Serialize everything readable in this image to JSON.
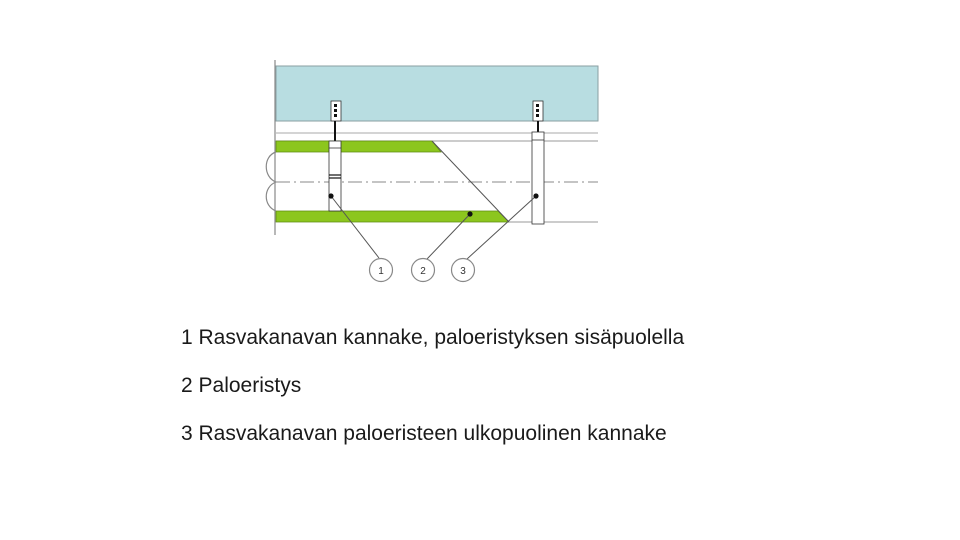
{
  "diagram": {
    "colors": {
      "ceiling_fill": "#b8dde1",
      "insulation_fill": "#8cc61e",
      "line": "#888888",
      "ink": "#111111"
    },
    "callouts": [
      {
        "number": "1"
      },
      {
        "number": "2"
      },
      {
        "number": "3"
      }
    ]
  },
  "legend": [
    {
      "text": "1 Rasvakanavan kannake, paloeristyksen sisäpuolella"
    },
    {
      "text": "2 Paloeristys"
    },
    {
      "text": "3 Rasvakanavan paloeristeen ulkopuolinen kannake"
    }
  ]
}
